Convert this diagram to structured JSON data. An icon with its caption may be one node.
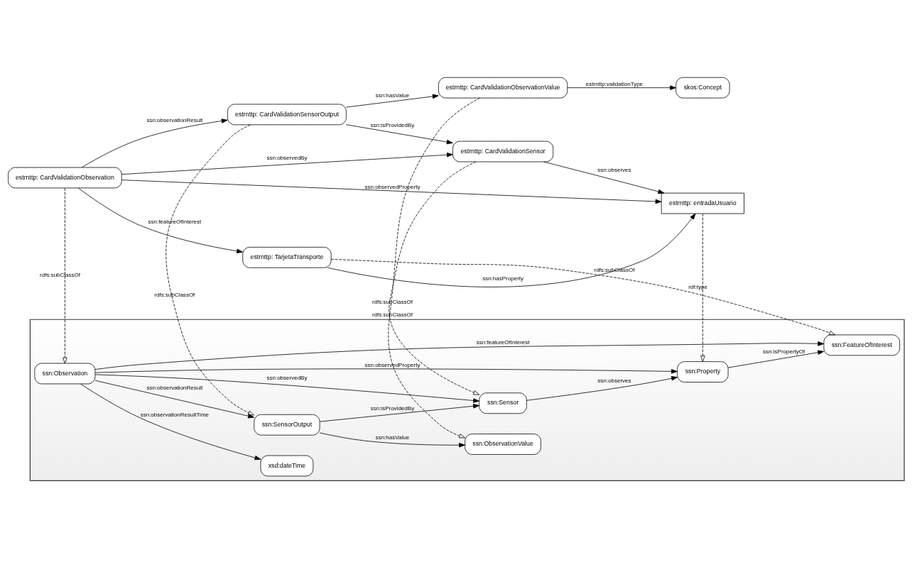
{
  "diagram": {
    "nodes": [
      {
        "text": [],
        "shape": "box"
      },
      {
        "text": [
          "xsd:dateTime"
        ],
        "in": 0
      },
      {
        "text": [
          "ssn:SensorOutput"
        ],
        "in": 0
      },
      {
        "text": [
          "ssn:ObservationValue"
        ],
        "in": 0
      },
      {
        "text": [
          "ssn:Observation"
        ],
        "in": 0
      },
      {
        "text": [
          "ssn:Sensor"
        ],
        "in": 0
      },
      {
        "text": [
          "ssn:Property"
        ],
        "in": 0
      },
      {
        "text": [
          "ssn:FeatureOfInterest"
        ],
        "in": 0
      },
      {
        "text": [
          "estrnttp: CardValidationSensorOutput"
        ]
      },
      {
        "text": [
          "estrnttp: CardValidationObservationValue"
        ]
      },
      {
        "text": [
          "skos:Concept"
        ]
      },
      {
        "text": [
          "estrnttp: CardValidationObservation"
        ]
      },
      {
        "text": [
          "estrnttp: CardValidationSensor"
        ]
      },
      {
        "text": [
          "estrnttp: entradaUsuario"
        ]
      },
      {
        "text": [
          "estrnttp: TarjetaTransporte"
        ]
      }
    ],
    "edges": [
      {
        "from": 4,
        "to": 1,
        "arrow": "to",
        "label": "ssn:observationResultTime"
      },
      {
        "from": 4,
        "to": 2,
        "arrow": "to",
        "label": "ssn:observationResult"
      },
      {
        "from": 2,
        "to": 3,
        "arrow": "to",
        "label": "ssn:hasValue"
      },
      {
        "from": 2,
        "to": 5,
        "arrow": "to",
        "label": "ssn:isProvidedBy"
      },
      {
        "from": 4,
        "to": 5,
        "arrow": "to",
        "label": "ssn:observedBy"
      },
      {
        "from": 4,
        "to": 6,
        "arrow": "to",
        "label": "ssn:observedProperty"
      },
      {
        "from": 5,
        "to": 6,
        "arrow": "to",
        "label": "ssn:observes"
      },
      {
        "from": 6,
        "to": 7,
        "arrow": "to",
        "label": "ssn:isPropertyOf"
      },
      {
        "from": 4,
        "to": 7,
        "arrow": "to",
        "label": "ssn:featureOfInterest"
      },
      {
        "from": 11,
        "to": 4,
        "arrow": "to",
        "label": "rdfs:subClassOf",
        "style": "dashed"
      },
      {
        "from": 8,
        "to": 2,
        "arrow": "to",
        "label": "rdfs:subClassOf",
        "style": "dashed"
      },
      {
        "from": 13,
        "to": 6,
        "arrow": "to",
        "label": "rdf:type",
        "style": "dashed"
      },
      {
        "from": 12,
        "to": 5,
        "arrow": "to",
        "label": "rdfs:subClassOf",
        "style": "dashed"
      },
      {
        "from": 9,
        "to": 3,
        "arrow": "to",
        "label": "rdfs:subClassOf",
        "style": "dashed"
      },
      {
        "from": 14,
        "to": 7,
        "arrow": "to",
        "label": "rdfs:subClassOf",
        "style": "dashed"
      },
      {
        "from": 8,
        "to": 9,
        "arrow": "to",
        "label": "ssn:hasValue"
      },
      {
        "from": 9,
        "to": 10,
        "arrow": "to",
        "label": "estrnttp:validationType"
      },
      {
        "from": 11,
        "to": 8,
        "arrow": "to",
        "label": "ssn:observationResult"
      },
      {
        "from": 8,
        "to": 12,
        "arrow": "to",
        "label": "ssn:isProvidedBy"
      },
      {
        "from": 11,
        "to": 12,
        "arrow": "to",
        "label": "ssn:observedBy"
      },
      {
        "from": 11,
        "to": 13,
        "arrow": "to",
        "label": "ssn:observedProperty"
      },
      {
        "from": 12,
        "to": 13,
        "arrow": "to",
        "label": "ssn:observes"
      },
      {
        "from": 14,
        "to": 13,
        "arrow": "to",
        "label": "ssn:hasProperty"
      },
      {
        "from": 11,
        "to": 14,
        "arrow": "to",
        "label": "ssn:featureOfInterest"
      }
    ]
  }
}
